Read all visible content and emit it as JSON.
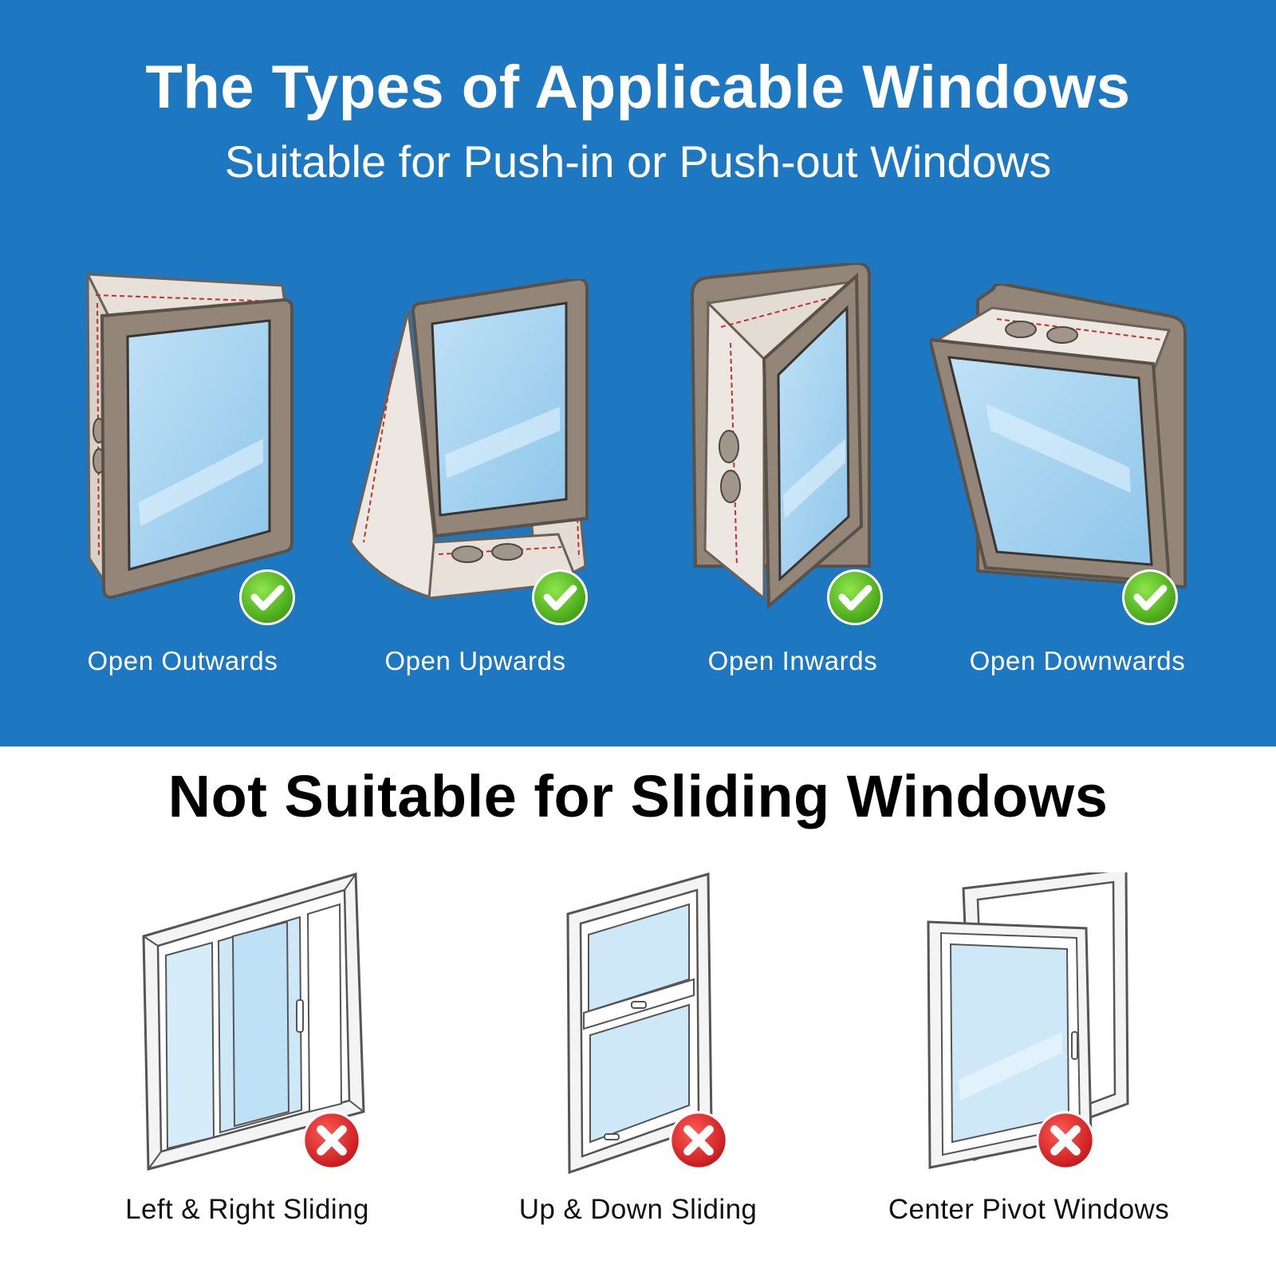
{
  "header": {
    "title": "The Types of Applicable Windows",
    "subtitle": "Suitable for Push-in or Push-out Windows"
  },
  "suitable": {
    "items": [
      {
        "label": "Open Outwards",
        "icon": "check-badge-icon"
      },
      {
        "label": "Open Upwards",
        "icon": "check-badge-icon"
      },
      {
        "label": "Open Inwards",
        "icon": "check-badge-icon"
      },
      {
        "label": "Open Downwards",
        "icon": "check-badge-icon"
      }
    ]
  },
  "unsuitable": {
    "title": "Not Suitable for Sliding Windows",
    "items": [
      {
        "label": "Left & Right Sliding",
        "icon": "cross-badge-icon"
      },
      {
        "label": "Up & Down Sliding",
        "icon": "cross-badge-icon"
      },
      {
        "label": "Center Pivot Windows",
        "icon": "cross-badge-icon"
      }
    ]
  },
  "colors": {
    "top_background": "#1e78c1",
    "bottom_background": "#ffffff",
    "check_green": "#5fc21f",
    "cross_red": "#e5262a",
    "seal_frame": "#938577",
    "glass": "#a9d4ef"
  }
}
